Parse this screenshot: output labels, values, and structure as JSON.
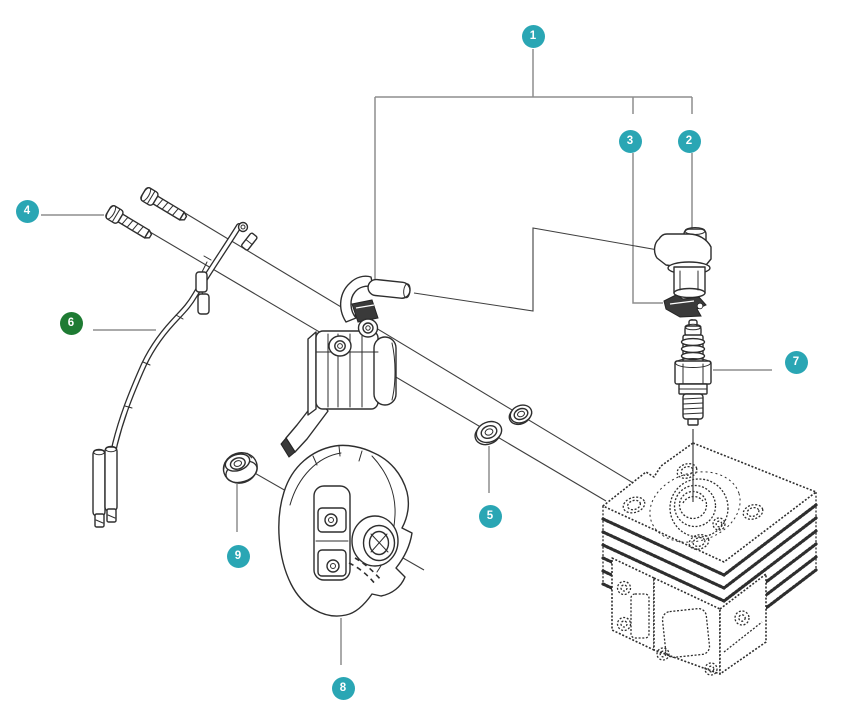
{
  "palette": {
    "background": "#ffffff",
    "line": "#2e2e2e",
    "leader": "#8d8d8d",
    "badge_teal": "#2aa6b4",
    "badge_green": "#1e7b33",
    "badge_text": "#ffffff"
  },
  "callouts": [
    {
      "number": "1",
      "color": "#2aa6b4"
    },
    {
      "number": "2",
      "color": "#2aa6b4"
    },
    {
      "number": "3",
      "color": "#2aa6b4"
    },
    {
      "number": "4",
      "color": "#2aa6b4"
    },
    {
      "number": "5",
      "color": "#2aa6b4"
    },
    {
      "number": "6",
      "color": "#1e7b33"
    },
    {
      "number": "7",
      "color": "#2aa6b4"
    },
    {
      "number": "8",
      "color": "#2aa6b4"
    },
    {
      "number": "9",
      "color": "#2aa6b4"
    }
  ]
}
